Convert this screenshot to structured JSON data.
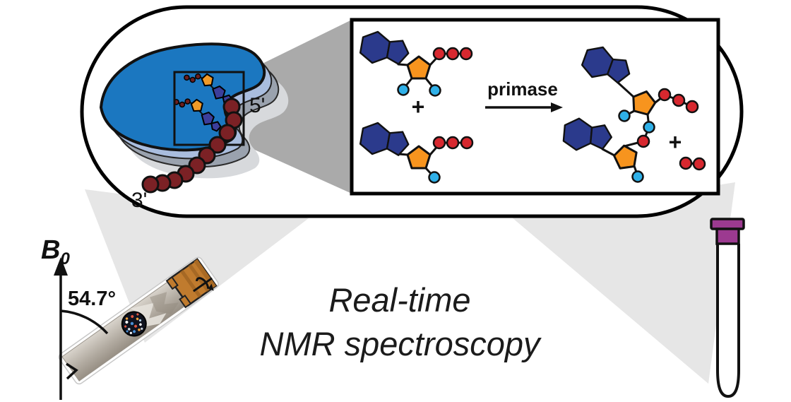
{
  "figure": {
    "caption_line1": "Real-time",
    "caption_line2": "NMR spectroscopy"
  },
  "pill_panel": {
    "dna_five_prime": "5'",
    "dna_three_prime": "3'"
  },
  "inset_panel": {
    "enzyme_label": "primase",
    "substrate_plus": "+",
    "product_plus": "+"
  },
  "rotor_panel": {
    "field_label": "B",
    "field_subscript": "0",
    "magic_angle": "54.7°"
  },
  "colors": {
    "enzyme_blue": "#1b77c0",
    "dna_maroon": "#7b2125",
    "base_navy": "#2b3a8c",
    "ribose_orange": "#f7941e",
    "phosphate_red": "#d7282f",
    "hydroxyl_cyan": "#2fb0e8",
    "rotor_cap_orange": "#c07b2e",
    "tube_cap_magenta": "#9c3a90",
    "tube_liquid_blue": "#2e83c4",
    "zoom_wedge_gray": "#aaaaaa",
    "beam_gray": "#e6e6e6"
  },
  "icons": {
    "spin_icon": "rotation-arrow",
    "field_icon": "up-arrow",
    "reaction_icon": "right-arrow"
  }
}
